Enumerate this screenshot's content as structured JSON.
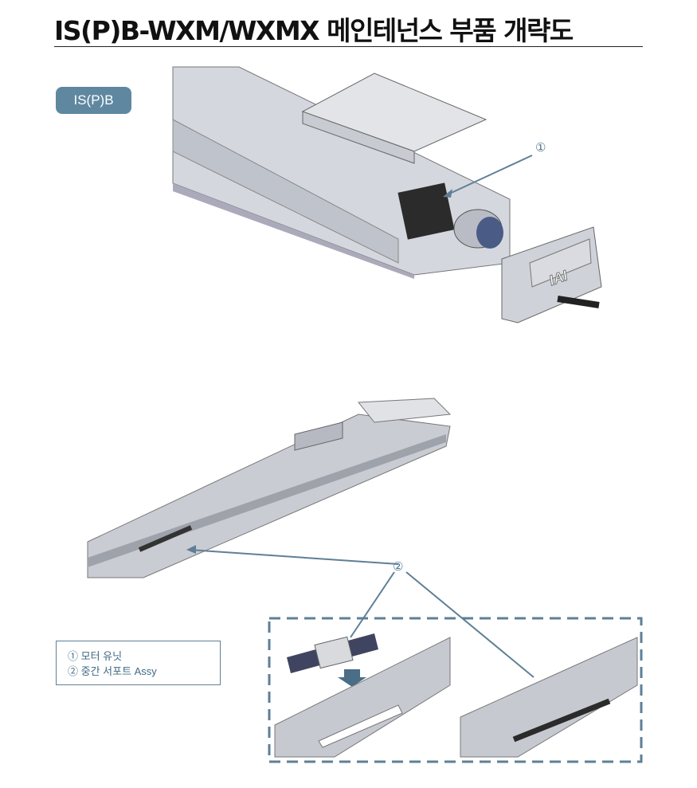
{
  "header": {
    "title": "IS(P)B-WXM/WXMX 메인테넌스 부품 개략도"
  },
  "badge": {
    "label": "IS(P)B"
  },
  "callouts": {
    "one": "①",
    "two": "②"
  },
  "legend": {
    "items": [
      {
        "label": "① 모터 유닛"
      },
      {
        "label": "② 중간 서포트 Assy"
      }
    ]
  },
  "logo": {
    "text": "IAI"
  },
  "colors": {
    "accent": "#5f88a0",
    "callout_line": "#5f7f96"
  }
}
